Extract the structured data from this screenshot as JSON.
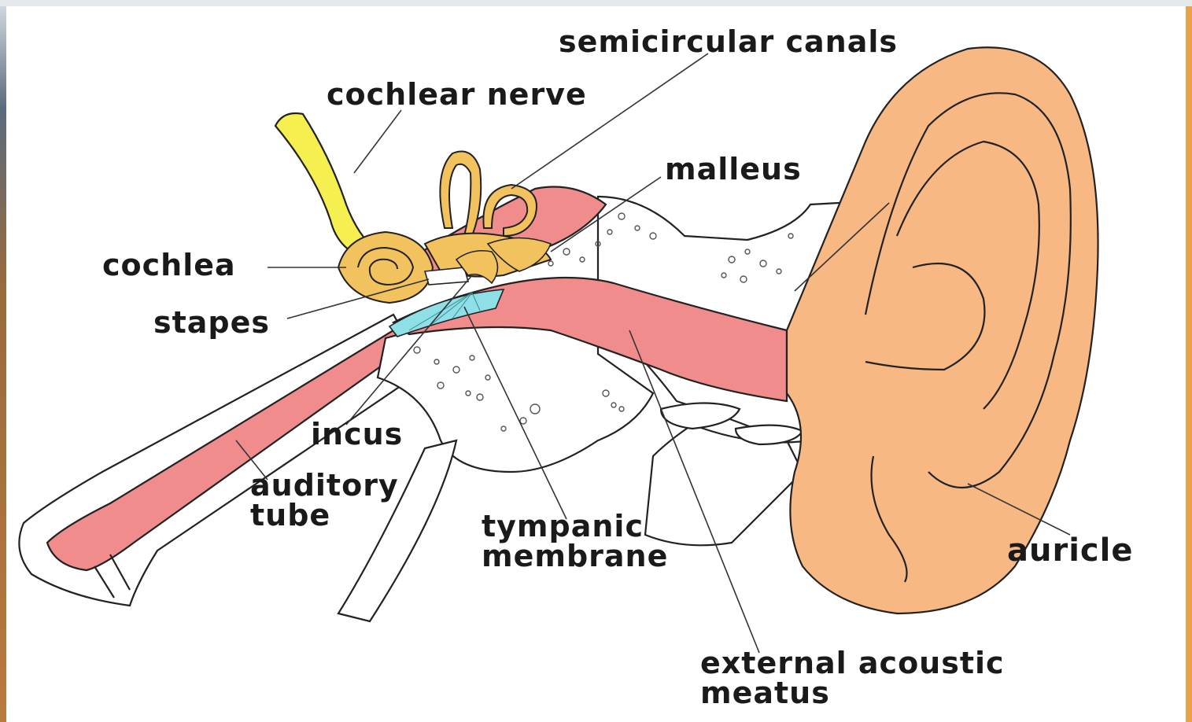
{
  "labels": {
    "semicircular_canals": "semicircular canals",
    "cochlear_nerve": "cochlear nerve",
    "malleus": "malleus",
    "cochlea": "cochlea",
    "stapes": "stapes",
    "incus": "incus",
    "auditory_tube_line1": "auditory",
    "auditory_tube_line2": "tube",
    "tympanic_membrane_line1": "tympanic",
    "tympanic_membrane_line2": "membrane",
    "auricle": "auricle",
    "external_acoustic_meatus_line1": "external acoustic",
    "external_acoustic_meatus_line2": "meatus"
  },
  "colors": {
    "auricle_fill": "#f8b884",
    "canal_fill": "#f08c8c",
    "nerve_fill": "#f5f050",
    "cochlea_fill": "#f2c25e",
    "membrane_fill": "#8fe0e6",
    "bone_fill": "#ffffff",
    "frame_left": "#4a5a6e",
    "frame_right": "#e9a24a"
  }
}
